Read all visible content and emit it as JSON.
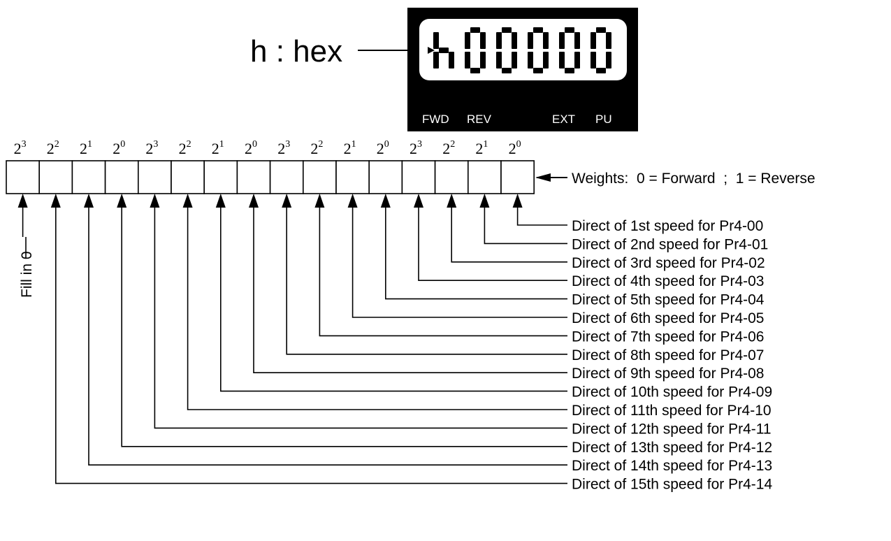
{
  "display": {
    "prefix_label": "h : hex",
    "digits": [
      "h",
      "0",
      "0",
      "0",
      "0",
      "0"
    ],
    "indicators": [
      "FWD",
      "REV",
      "EXT",
      "PU"
    ]
  },
  "bits": {
    "weights": [
      "3",
      "2",
      "1",
      "0",
      "3",
      "2",
      "1",
      "0",
      "3",
      "2",
      "1",
      "0",
      "3",
      "2",
      "1",
      "0"
    ],
    "base": "2",
    "weights_note": "Weights:  0 = Forward  ;  1 = Reverse",
    "fill_note": "Fill in 0"
  },
  "directions": [
    "Direct of 1st speed for Pr4-00",
    "Direct of 2nd speed for Pr4-01",
    "Direct of 3rd speed for Pr4-02",
    "Direct of 4th speed for Pr4-03",
    "Direct of 5th speed for Pr4-04",
    "Direct of 6th speed for Pr4-05",
    "Direct of 7th speed for Pr4-06",
    "Direct of 8th speed for Pr4-07",
    "Direct of 9th speed for Pr4-08",
    "Direct of 10th speed for Pr4-09",
    "Direct of 11th speed for Pr4-10",
    "Direct of 12th speed for Pr4-11",
    "Direct of 13th speed for Pr4-12",
    "Direct of 14th speed for Pr4-13",
    "Direct of 15th speed for Pr4-14"
  ]
}
